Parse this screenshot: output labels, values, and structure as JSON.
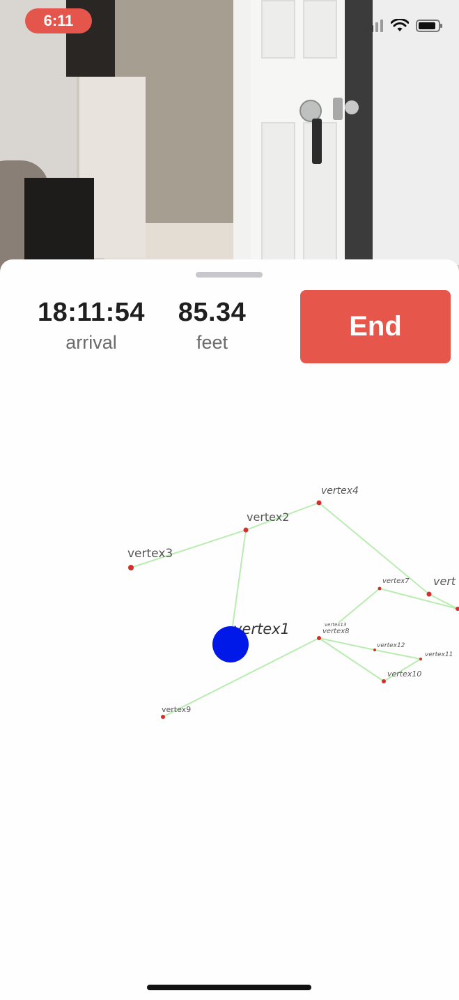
{
  "status_bar": {
    "time": "6:11",
    "icons": [
      "signal-icon",
      "wifi-icon",
      "battery-icon"
    ]
  },
  "colors": {
    "accent_red": "#e6564b",
    "vertex_dot": "#d32f2f",
    "edge_line": "#b9ecb0",
    "user_marker": "#0019e8"
  },
  "stats": {
    "arrival_value": "18:11:54",
    "arrival_label": "arrival",
    "distance_value": "85.34",
    "distance_label": "feet"
  },
  "end_button": {
    "label": "End"
  },
  "map": {
    "vertices": [
      {
        "label": "vertex1"
      },
      {
        "label": "vertex2"
      },
      {
        "label": "vertex3"
      },
      {
        "label": "vertex4"
      },
      {
        "label": "vert"
      },
      {
        "label": "vertex7"
      },
      {
        "label": "vertex13"
      },
      {
        "label": "vertex8"
      },
      {
        "label": "vertex12"
      },
      {
        "label": "vertex11"
      },
      {
        "label": "vertex10"
      },
      {
        "label": "vertex9"
      }
    ]
  }
}
